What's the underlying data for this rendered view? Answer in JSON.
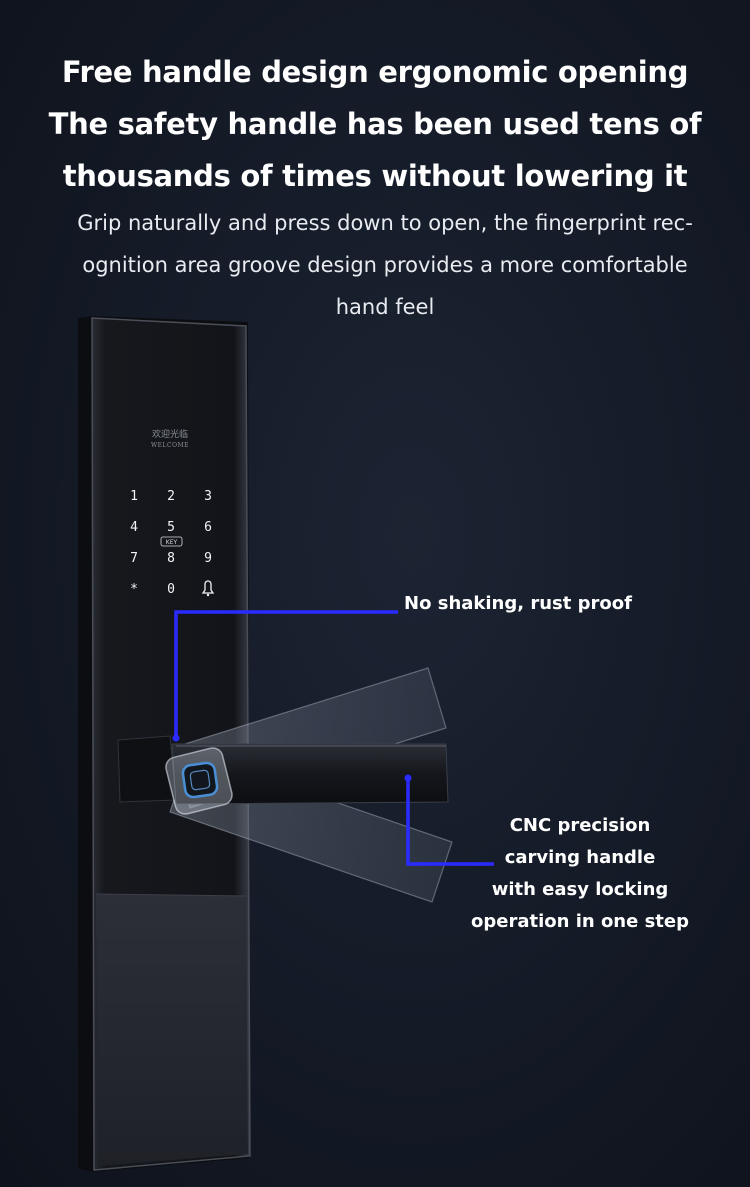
{
  "headline": {
    "line1": "Free handle design ergonomic opening",
    "line2": "The safety handle has been used tens of",
    "line3": "thousands of times without lowering it"
  },
  "subtext": {
    "line1": "Grip naturally and press down to open, the fingerprint rec-",
    "line2": "ognition area groove design provides a more comfortable",
    "line3": "hand feel"
  },
  "lock": {
    "welcome_cn": "欢迎光临",
    "welcome_en": "WELCOME",
    "keypad": [
      "1",
      "2",
      "3",
      "4",
      "5",
      "6",
      "7",
      "8",
      "9",
      "*",
      "0"
    ],
    "key_badge": "KEY",
    "bell_icon": "bell-icon",
    "fingerprint_icon": "fingerprint-icon"
  },
  "callouts": {
    "top": "No shaking, rust proof",
    "bottom": {
      "line1": "CNC precision",
      "line2": "carving handle",
      "line3": "with easy locking",
      "line4": "operation in one step"
    }
  },
  "colors": {
    "background": "#141a26",
    "lock_body": "#1a1c22",
    "keypad_glow": "#ffffff",
    "callout_line": "#2a2bff",
    "fingerprint_accent": "#4a8fd6"
  }
}
